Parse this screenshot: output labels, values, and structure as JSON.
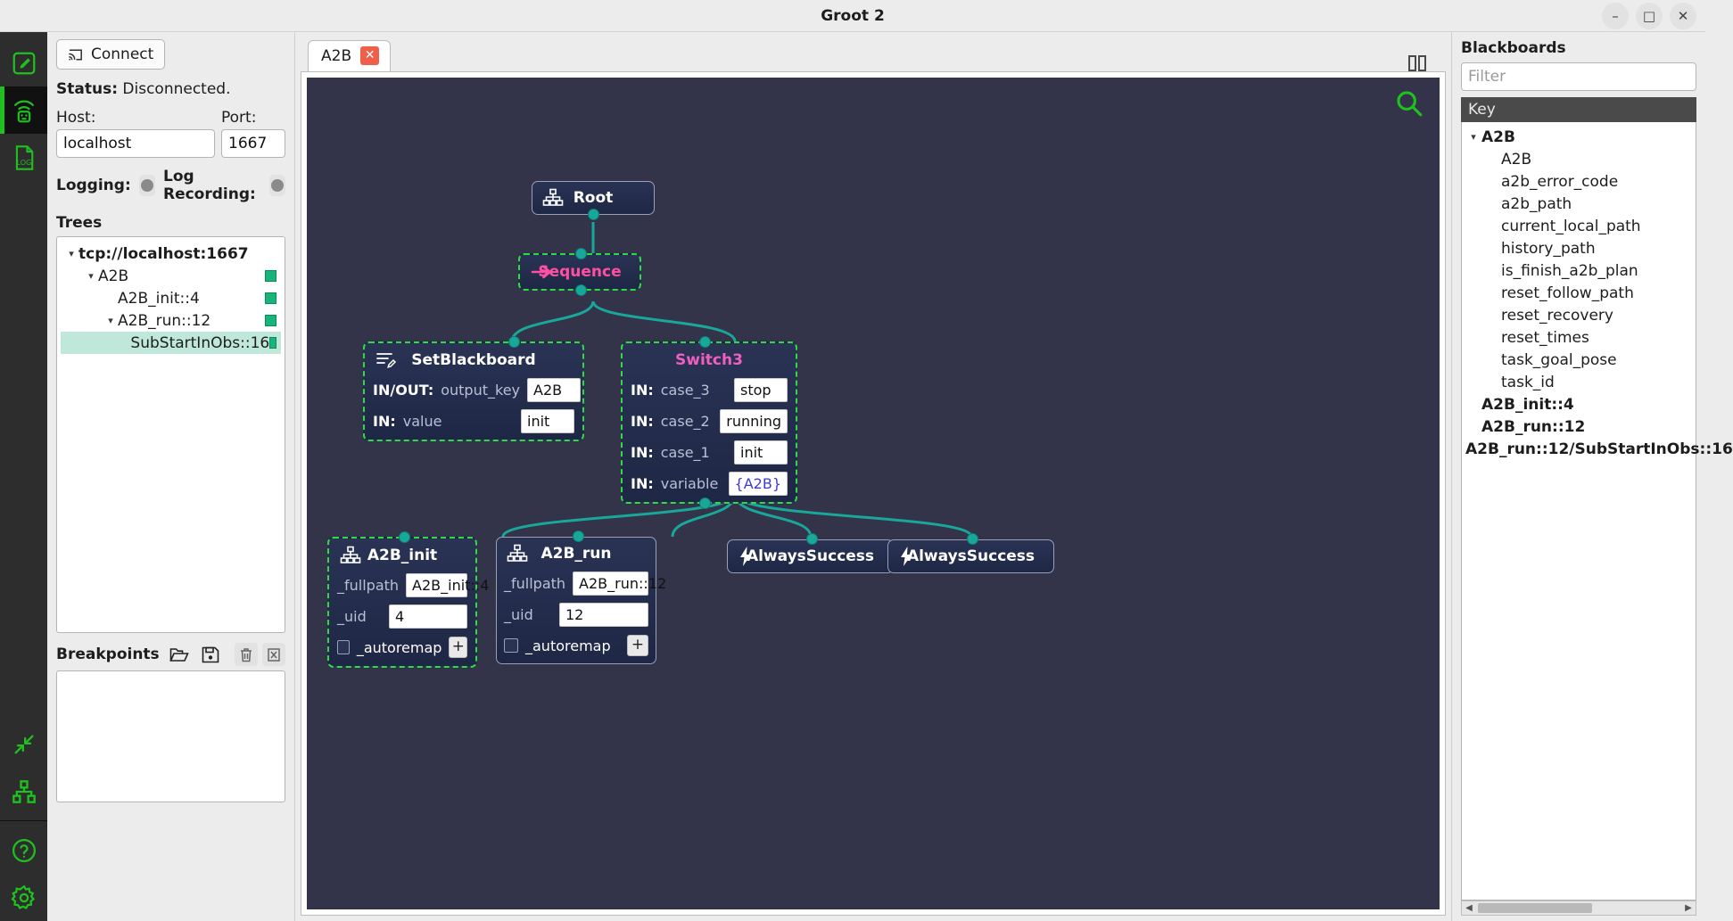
{
  "window": {
    "title": "Groot 2",
    "minimize": "–",
    "maximize": "□",
    "close": "✕"
  },
  "rail": {
    "items": [
      {
        "name": "editor-icon",
        "label": "Editor"
      },
      {
        "name": "monitor-icon",
        "label": "Monitor"
      },
      {
        "name": "log-icon",
        "label": "Log"
      }
    ],
    "bottom_items": [
      {
        "name": "collapse-icon",
        "label": "Collapse"
      },
      {
        "name": "hierarchy-icon",
        "label": "Hierarchy"
      },
      {
        "name": "help-icon",
        "label": "Help"
      },
      {
        "name": "settings-icon",
        "label": "Settings"
      }
    ]
  },
  "left": {
    "connect_label": "Connect",
    "status_label": "Status:",
    "status_value": "Disconnected.",
    "host_label": "Host:",
    "port_label": "Port:",
    "host_value": "localhost",
    "port_value": "1667",
    "logging_label": "Logging:",
    "log_recording_label": "Log Recording:",
    "trees_title": "Trees",
    "tree_items": [
      {
        "label": "tcp://localhost:1667",
        "depth": 0,
        "arrow": "▾",
        "bold": true,
        "badge": false,
        "selected": false
      },
      {
        "label": "A2B",
        "depth": 1,
        "arrow": "▾",
        "bold": false,
        "badge": true,
        "selected": false
      },
      {
        "label": "A2B_init::4",
        "depth": 2,
        "arrow": "",
        "bold": false,
        "badge": true,
        "selected": false
      },
      {
        "label": "A2B_run::12",
        "depth": 2,
        "arrow": "▾",
        "bold": false,
        "badge": true,
        "selected": false
      },
      {
        "label": "SubStartInObs::16",
        "depth": 3,
        "arrow": "",
        "bold": false,
        "badge": true,
        "selected": true
      }
    ],
    "breakpoints_title": "Breakpoints",
    "breakpoints_icons": [
      "folder-open-icon",
      "save-icon",
      "trash-icon",
      "clear-icon"
    ]
  },
  "center": {
    "tab_label": "A2B",
    "tab_close": "✕",
    "split_view_icon": "split-view-icon",
    "search_icon": "magnifier-icon"
  },
  "tree_nodes": {
    "root": {
      "title": "Root",
      "icon": "hierarchy-icon"
    },
    "sequence": {
      "title": "Sequence",
      "icon": "arrow-right-icon"
    },
    "setblackboard": {
      "title": "SetBlackboard",
      "icon": "edit-list-icon",
      "ports": [
        {
          "dir": "IN/OUT:",
          "name": "output_key",
          "value": "A2B",
          "blackboard": false
        },
        {
          "dir": "IN:",
          "name": "value",
          "value": "init",
          "blackboard": false
        }
      ]
    },
    "switch3": {
      "title": "Switch3",
      "ports": [
        {
          "dir": "IN:",
          "name": "case_3",
          "value": "stop",
          "blackboard": false
        },
        {
          "dir": "IN:",
          "name": "case_2",
          "value": "running",
          "blackboard": false
        },
        {
          "dir": "IN:",
          "name": "case_1",
          "value": "init",
          "blackboard": false
        },
        {
          "dir": "IN:",
          "name": "variable",
          "value": "{A2B}",
          "blackboard": true
        }
      ]
    },
    "a2b_init": {
      "title": "A2B_init",
      "icon": "hierarchy-icon",
      "ports": [
        {
          "name": "_fullpath",
          "value": "A2B_init::4"
        },
        {
          "name": "_uid",
          "value": "4"
        }
      ],
      "checkbox_label": "_autoremap",
      "plus_label": "+"
    },
    "a2b_run": {
      "title": "A2B_run",
      "icon": "hierarchy-icon",
      "ports": [
        {
          "name": "_fullpath",
          "value": "A2B_run::12"
        },
        {
          "name": "_uid",
          "value": "12"
        }
      ],
      "checkbox_label": "_autoremap",
      "plus_label": "+"
    },
    "always_success_1": {
      "title": "AlwaysSuccess",
      "icon": "bolt-icon"
    },
    "always_success_2": {
      "title": "AlwaysSuccess",
      "icon": "bolt-icon"
    }
  },
  "right": {
    "title": "Blackboards",
    "filter_placeholder": "Filter",
    "key_header": "Key",
    "items": [
      {
        "label": "A2B",
        "type": "group",
        "arrow": "▾"
      },
      {
        "label": "A2B",
        "type": "child"
      },
      {
        "label": "a2b_error_code",
        "type": "child"
      },
      {
        "label": "a2b_path",
        "type": "child"
      },
      {
        "label": "current_local_path",
        "type": "child"
      },
      {
        "label": "history_path",
        "type": "child"
      },
      {
        "label": "is_finish_a2b_plan",
        "type": "child"
      },
      {
        "label": "reset_follow_path",
        "type": "child"
      },
      {
        "label": "reset_recovery",
        "type": "child"
      },
      {
        "label": "reset_times",
        "type": "child"
      },
      {
        "label": "task_goal_pose",
        "type": "child"
      },
      {
        "label": "task_id",
        "type": "child"
      },
      {
        "label": "A2B_init::4",
        "type": "group-plain"
      },
      {
        "label": "A2B_run::12",
        "type": "group-plain"
      },
      {
        "label": "A2B_run::12/SubStartInObs::16",
        "type": "group-plain"
      }
    ]
  },
  "colors": {
    "accent_green": "#1fc11f",
    "canvas_bg": "#33334a",
    "node_bg": "#222b49",
    "pin_teal": "#19a79a",
    "sequence_pink": "#ff4fa3",
    "switch_pink": "#f05fc0",
    "running_green": "#2ddc43",
    "selection_teal": "#bfe8da",
    "close_red": "#ef5f4a"
  }
}
